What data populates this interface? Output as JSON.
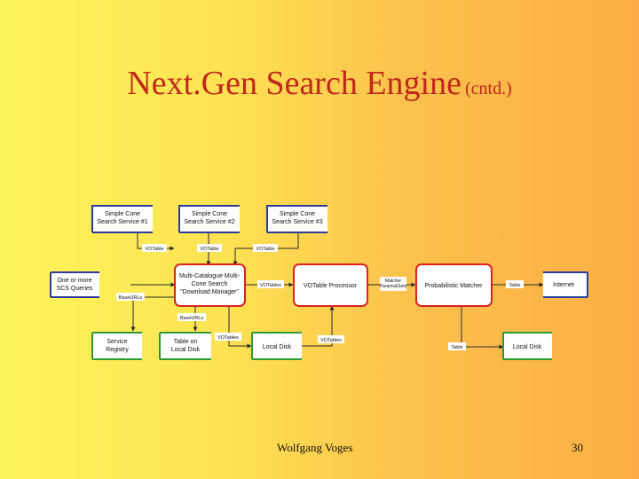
{
  "slide": {
    "title": "Next.Gen Search Engine",
    "title_suffix": "(cntd.)",
    "author": "Wolfgang Voges",
    "page_number": "30"
  },
  "diagram": {
    "nodes": {
      "scs1": [
        "Simple Cone",
        "Search Service #1"
      ],
      "scs2": [
        "Simple Cone",
        "Search Service #2"
      ],
      "scs3": [
        "Simple Cone",
        "Search Service #3"
      ],
      "scs_queries": [
        "One or more",
        "SCS Queries"
      ],
      "multi_catalogue": [
        "Multi-Catalogue Multi-",
        "Cone Search",
        "\"Download Manager\""
      ],
      "votable_processor": [
        "VOTable Processor"
      ],
      "probabilistic_matcher": [
        "Probabilistic Matcher"
      ],
      "internet": [
        "Internet"
      ],
      "service_registry": [
        "Service",
        "Registry"
      ],
      "table_on_local_disk": [
        "Table on",
        "Local Disk"
      ],
      "local_disk_1": [
        "Local Disk"
      ],
      "local_disk_2": [
        "Local Disk"
      ]
    },
    "edge_labels": {
      "votable_1": "VOTable",
      "votable_2": "VOTable",
      "votable_3": "VOTable",
      "baseurls_1": "BaseURLs",
      "baseurls_2": "BaseURLs",
      "votables_1": "VOTables",
      "votables_2": "VOTables",
      "votables_3": "VOTables",
      "matcher_params": [
        "Matcher",
        "Params&Sets"
      ],
      "table_1": "Table",
      "table_2": "Table"
    }
  }
}
